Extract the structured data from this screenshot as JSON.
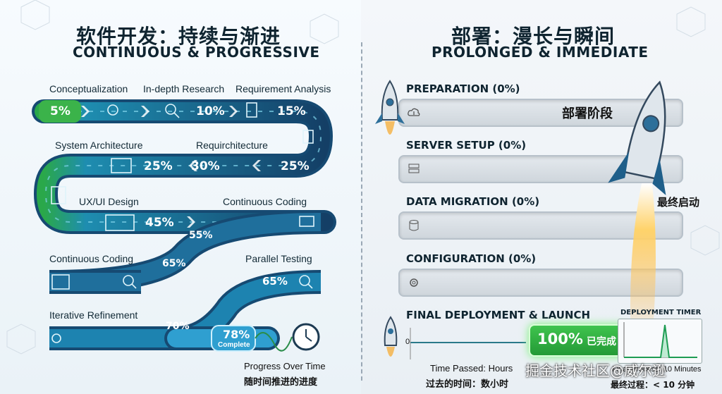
{
  "left": {
    "title_cn": "软件开发：持续与渐进",
    "title_en": "CONTINUOUS & PROGRESSIVE",
    "row1_labels": [
      "Conceptualization",
      "In-depth Research",
      "Requirement Analysis"
    ],
    "row1_pcts": [
      "5%",
      "10%",
      "15%"
    ],
    "row2_labels": [
      "System Architecture",
      "Requirchitecture"
    ],
    "row2_pcts": [
      "25%",
      "30%",
      "25%"
    ],
    "row3_labels": [
      "UX/UI Design",
      "Continuous Coding"
    ],
    "row3_pcts": [
      "45%",
      "55%",
      "65%"
    ],
    "row4_labels": [
      "Continuous Coding",
      "Parallel Testing"
    ],
    "row4_pcts": [
      "65%"
    ],
    "row5_label": "Iterative Refinement",
    "row5_pcts": [
      "70%"
    ],
    "complete_pct": "78%",
    "complete_label": "Complete",
    "footer_en": "Progress Over Time",
    "footer_cn": "随时间推进的进度"
  },
  "right": {
    "title_cn": "部署：漫长与瞬间",
    "title_en": "PROLONGED & IMMEDIATE",
    "stages": [
      {
        "label": "PREPARATION (0%)",
        "progress": 0,
        "icon": "cloud-upload-icon",
        "overlay": "部署阶段"
      },
      {
        "label": "SERVER SETUP (0%)",
        "progress": 0,
        "icon": "server-icon",
        "overlay": ""
      },
      {
        "label": "DATA MIGRATION (0%)",
        "progress": 0,
        "icon": "database-icon",
        "overlay": ""
      },
      {
        "label": "CONFIGURATION (0%)",
        "progress": 0,
        "icon": "gear-icon",
        "overlay": ""
      }
    ],
    "final_label": "FINAL DEPLOYMENT & LAUNCH",
    "final_launch_cn": "最终启动",
    "axis_zero": "0",
    "done_pct": "100%",
    "done_cn": "已完成",
    "timer_title": "DEPLOYMENT TIMER",
    "time_passed_en": "Time Passed: Hours",
    "time_passed_cn": "过去的时间：数小时",
    "final_process_en": "Final Process: 10 Minutes",
    "final_process_cn": "最终过程：< 10 分钟",
    "watermark": "掘金技术社区@威尔逊"
  },
  "colors": {
    "green": "#3bb34a",
    "navy": "#123a5c",
    "teal": "#1f7fa6"
  }
}
